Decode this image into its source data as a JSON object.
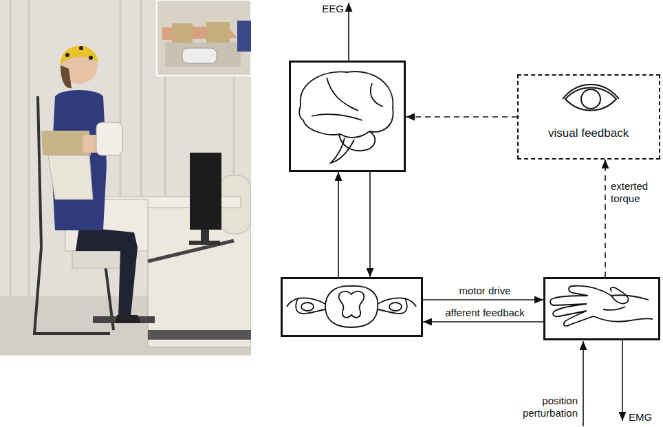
{
  "diagram": {
    "nodes": [
      {
        "text": []
      },
      {
        "text": [
          "visual feedback"
        ]
      },
      {
        "text": []
      },
      {
        "text": []
      }
    ],
    "edges": [
      {
        "from": 0,
        "to": 2,
        "arrow": "to"
      },
      {
        "from": 2,
        "to": 0,
        "arrow": "to"
      },
      {
        "from": 2,
        "to": 3,
        "label": "motor drive",
        "arrow": "to"
      },
      {
        "from": 3,
        "to": 2,
        "label": "afferent feedback",
        "arrow": "to"
      },
      {
        "from": 3,
        "to": 1,
        "label": "exterted torque",
        "arrow": "to"
      },
      {
        "from": 1,
        "to": 0,
        "arrow": "to"
      }
    ],
    "labels": [
      "EEG",
      "EMG",
      "position perturbation"
    ]
  }
}
